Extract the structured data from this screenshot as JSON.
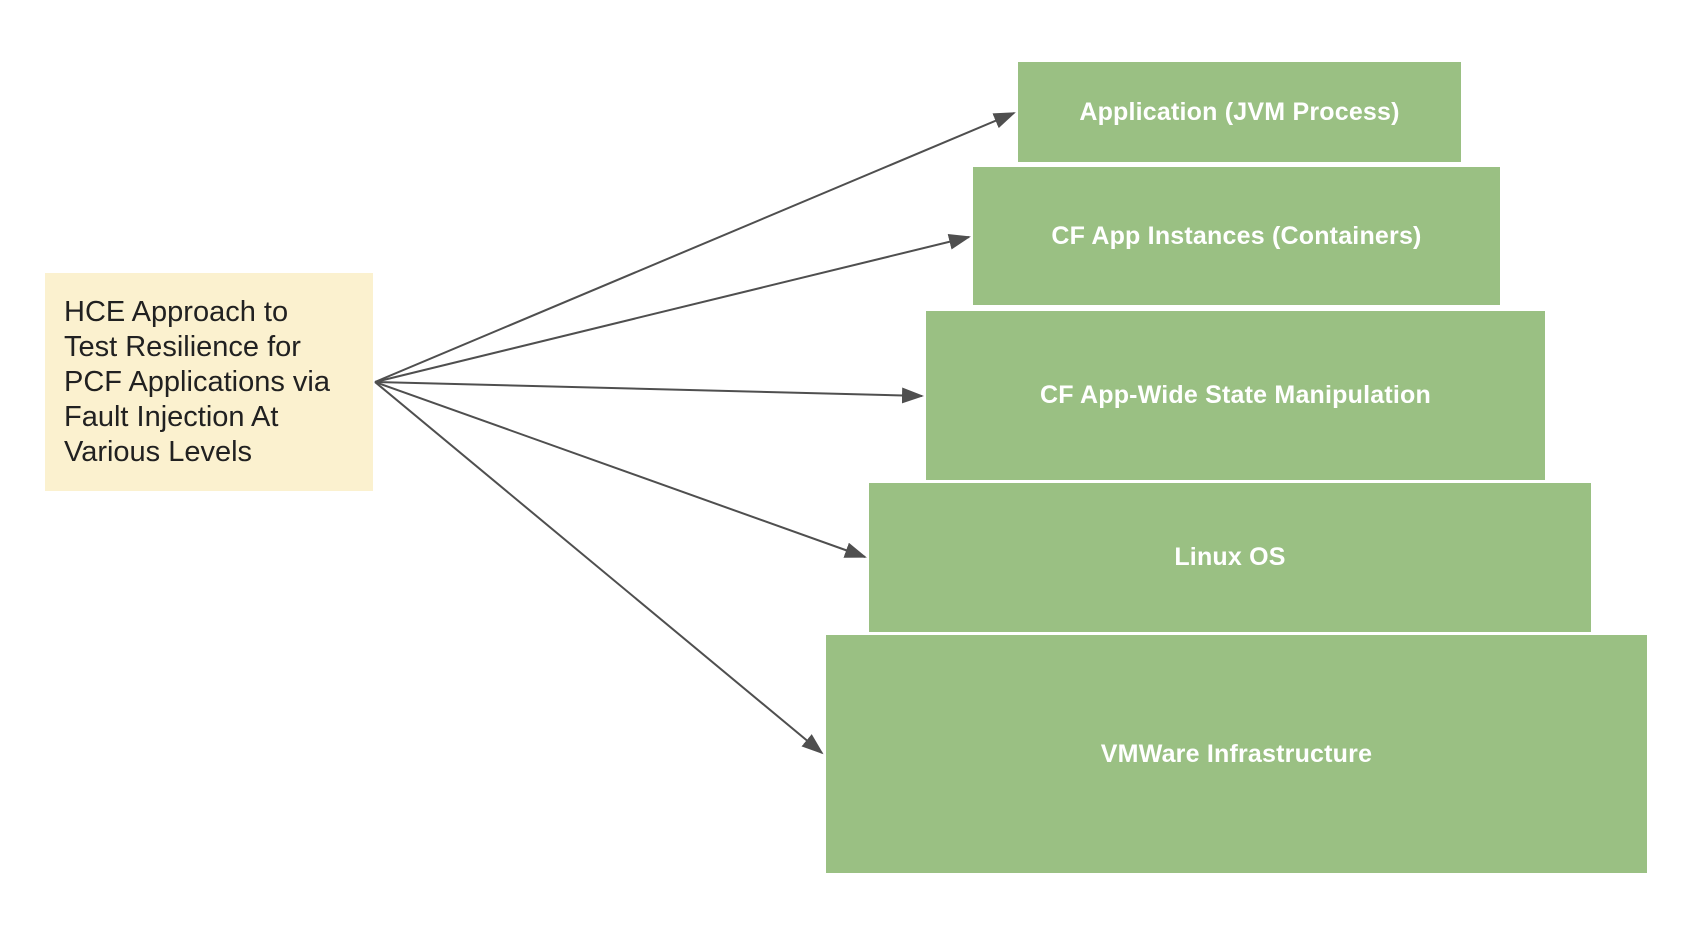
{
  "diagram": {
    "source_box": {
      "text": "HCE Approach to\nTest Resilience for\nPCF Applications via\nFault Injection At\nVarious Levels"
    },
    "levels": [
      {
        "label": "Application (JVM Process)"
      },
      {
        "label": "CF App Instances (Containers)"
      },
      {
        "label": "CF App-Wide State Manipulation"
      },
      {
        "label": "Linux OS"
      },
      {
        "label": "VMWare Infrastructure"
      }
    ],
    "colors": {
      "page_bg": "#FFFFFF",
      "source_box_bg": "#FBF1CF",
      "source_box_text": "#212121",
      "level_bg": "#9AC083",
      "level_text": "#FFFFFF",
      "arrow": "#4F4F4F"
    }
  }
}
